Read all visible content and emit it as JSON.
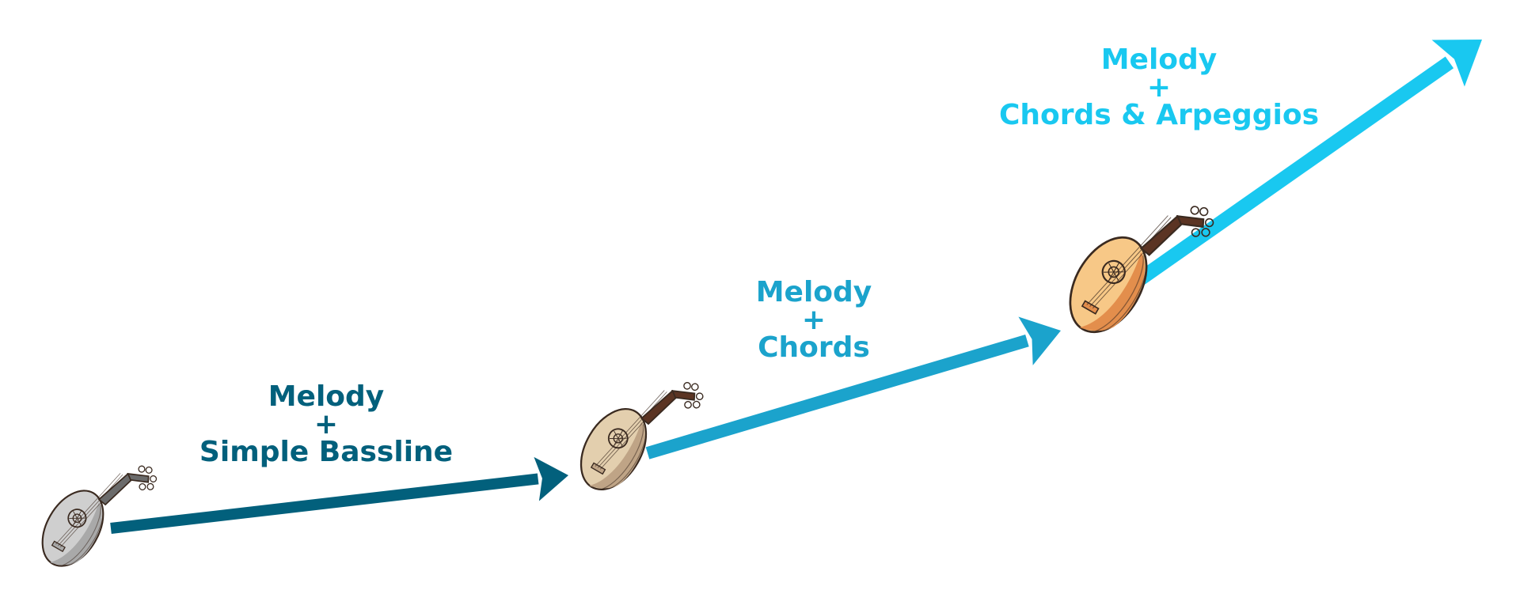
{
  "colors": {
    "stage_1": "#02607c",
    "stage_2": "#1ba3cc",
    "stage_3": "#19c8f0",
    "outline": "#3a2a20"
  },
  "stages": [
    {
      "line1": "Melody",
      "plus": "+",
      "line2": "Simple Bassline",
      "color": "#02607c",
      "icon": "lute-icon-grey",
      "body": "#cfcfcf",
      "body_dark": "#a9a9a9",
      "neck": "#6b6b6b"
    },
    {
      "line1": "Melody",
      "plus": "+",
      "line2": "Chords",
      "color": "#1ba3cc",
      "icon": "lute-icon-beige",
      "body": "#e3cfae",
      "body_dark": "#bfa486",
      "neck": "#5b3423"
    },
    {
      "line1": "Melody",
      "plus": "+",
      "line2": "Chords & Arpeggios",
      "color": "#19c8f0",
      "icon": "lute-icon-orange",
      "body": "#f7c887",
      "body_dark": "#e38e4c",
      "neck": "#5b3423"
    }
  ]
}
